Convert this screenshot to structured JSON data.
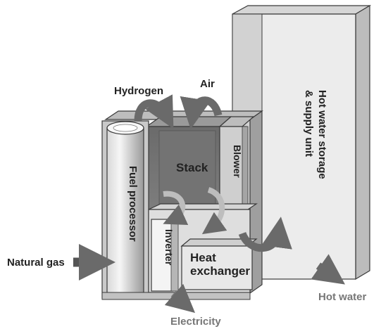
{
  "labels": {
    "hydrogen": "Hydrogen",
    "air": "Air",
    "stack": "Stack",
    "blower": "Blower",
    "fuel_processor": "Fuel processor",
    "inverter": "Inverter",
    "heat_exchanger_line1": "Heat",
    "heat_exchanger_line2": "exchanger",
    "hot_water_storage_line1": "Hot water storage",
    "hot_water_storage_line2": "& supply unit",
    "natural_gas": "Natural gas",
    "hot_water": "Hot water",
    "electricity": "Electricity"
  },
  "colors": {
    "outline": "#3a3a3a",
    "light_face": "#ececec",
    "mid_face": "#bdbdbd",
    "dark_face": "#7a7a7a",
    "stack_face": "#6f6f6f",
    "arrow": "#6a6a6a"
  }
}
